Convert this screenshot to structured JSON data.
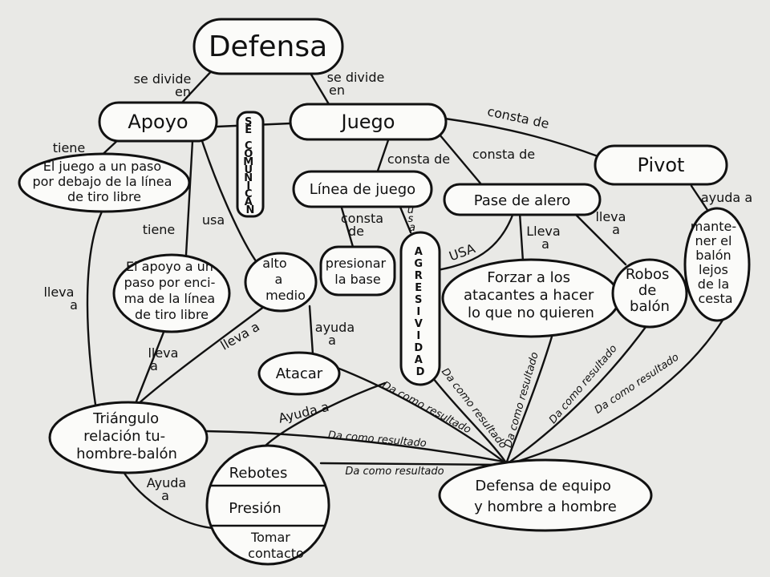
{
  "nodes": {
    "defensa": "Defensa",
    "apoyo": "Apoyo",
    "juego": "Juego",
    "pivot": "Pivot",
    "juego_bajo": [
      "El juego a un paso",
      "por debajo de la línea",
      "de tiro libre"
    ],
    "linea_juego": "Línea de juego",
    "pase_alero": "Pase de alero",
    "apoyo_encima": [
      "El apoyo a un",
      "paso por enci-",
      "ma de la línea",
      "de tiro libre"
    ],
    "alto_medio": [
      "alto",
      "a",
      "medio"
    ],
    "presionar_base": [
      "presionar",
      "la base"
    ],
    "forzar": [
      "Forzar a los",
      "atacantes a hacer",
      "lo que no quieren"
    ],
    "robos": [
      "Robos",
      "de",
      "balón"
    ],
    "mantener": [
      "mante-",
      "ner el",
      "balón",
      "lejos",
      "de la",
      "cesta"
    ],
    "atacar": "Atacar",
    "agresividad": [
      "A",
      "G",
      "R",
      "E",
      "S",
      "I",
      "V",
      "I",
      "D",
      "A",
      "D"
    ],
    "triangulo": [
      "Triángulo",
      "relación tu-",
      "hombre-balón"
    ],
    "rebotes": "Rebotes",
    "presion": "Presión",
    "tomar_contacto": [
      "Tomar",
      "contacto"
    ],
    "defensa_equipo": [
      "Defensa de equipo",
      "y hombre a hombre"
    ]
  },
  "labels": {
    "se_divide_en_left": [
      "se divide",
      "en"
    ],
    "se_divide_en_right": [
      "se divide",
      "en"
    ],
    "se_comunican": [
      "S",
      "E",
      " ",
      "C",
      "O",
      "M",
      "U",
      "N",
      "I",
      "C",
      "A",
      "N"
    ],
    "consta_de_pivot": "consta de",
    "consta_de_linea": "consta de",
    "consta_de_pase": "consta de",
    "tiene_juego": "tiene",
    "tiene_apoyo": "tiene",
    "usa_alto": "usa",
    "consta_de_presionar": [
      "consta",
      "de"
    ],
    "usa_agresividad": [
      "u",
      "s",
      "a"
    ],
    "usa_pase": "USA",
    "lleva_a_forzar": [
      "Lleva",
      "a"
    ],
    "lleva_a_robos": [
      "lleva",
      "a"
    ],
    "ayuda_a_pivot": "ayuda a",
    "lleva_a_left": [
      "lleva",
      "a"
    ],
    "lleva_a_apoyo": [
      "lleva",
      "a"
    ],
    "lleva_a_alto": "lleva a",
    "ayuda_a_atacar": [
      "ayuda",
      "a"
    ],
    "ayuda_a_triangulo": "Ayuda a",
    "ayuda_a_bottom": [
      "Ayuda",
      "a"
    ],
    "da_resultado": "Da como resultado"
  }
}
